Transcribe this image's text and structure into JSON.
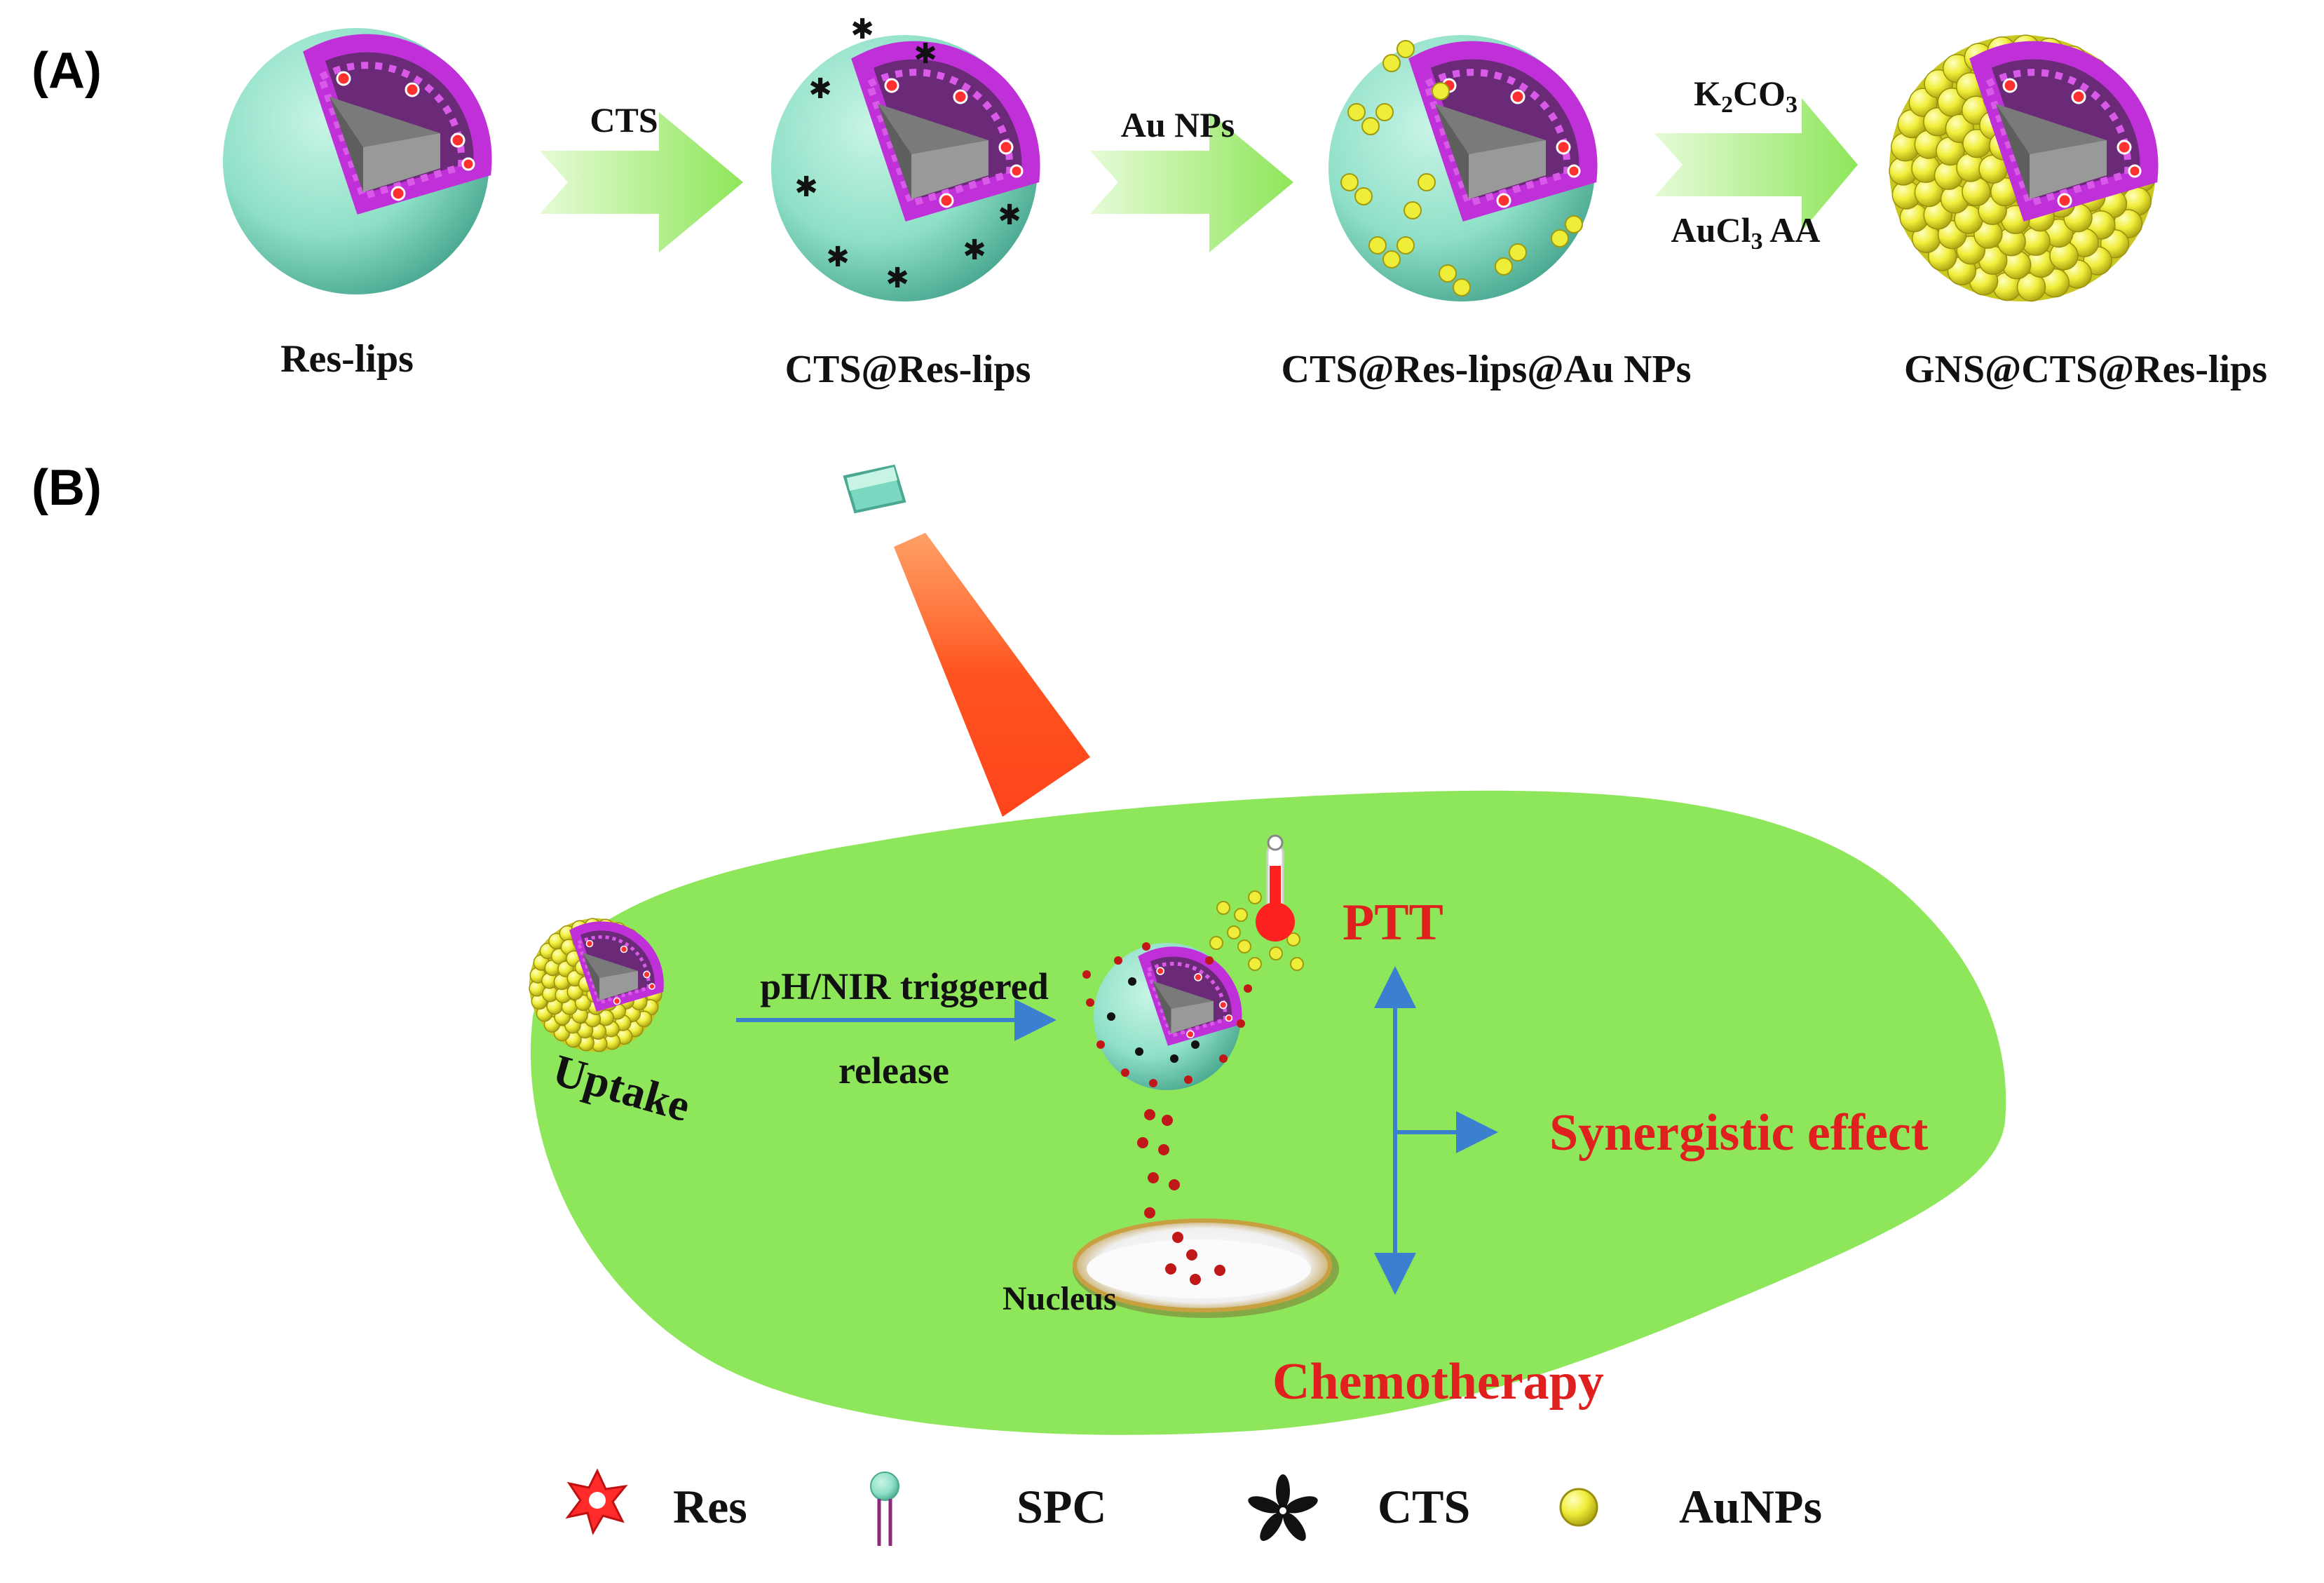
{
  "panels": {
    "a_label": "(A)",
    "b_label": "(B)"
  },
  "panel_a": {
    "stages": [
      {
        "label": "Res-lips"
      },
      {
        "label": "CTS@Res-lips"
      },
      {
        "label": "CTS@Res-lips@Au NPs"
      },
      {
        "label": "GNS@CTS@Res-lips"
      }
    ],
    "arrows": [
      {
        "top": "CTS",
        "bottom": ""
      },
      {
        "top": "Au NPs",
        "bottom": ""
      },
      {
        "top": "K2CO3",
        "bottom": "AuCl3  AA"
      }
    ]
  },
  "panel_b": {
    "uptake": "Uptake",
    "release_line1": "pH/NIR triggered",
    "release_line2": "release",
    "nucleus": "Nucleus",
    "ptt": "PTT",
    "synergy": "Synergistic effect",
    "chemo": "Chemotherapy"
  },
  "legend": [
    {
      "icon": "res-star-icon",
      "label": "Res"
    },
    {
      "icon": "spc-lipid-icon",
      "label": "SPC"
    },
    {
      "icon": "cts-flower-icon",
      "label": "CTS"
    },
    {
      "icon": "aunp-sphere-icon",
      "label": "AuNPs"
    }
  ],
  "colors": {
    "cell": "#8ee65a",
    "liposome_shell": "#8fe0c8",
    "lipid_layer": "#c030d8",
    "core": "#8a8a8a",
    "gold": "#e8e830",
    "laser": "#ff3a10",
    "text_red": "#e0201e",
    "arrow_blue": "#3a7fd0"
  }
}
